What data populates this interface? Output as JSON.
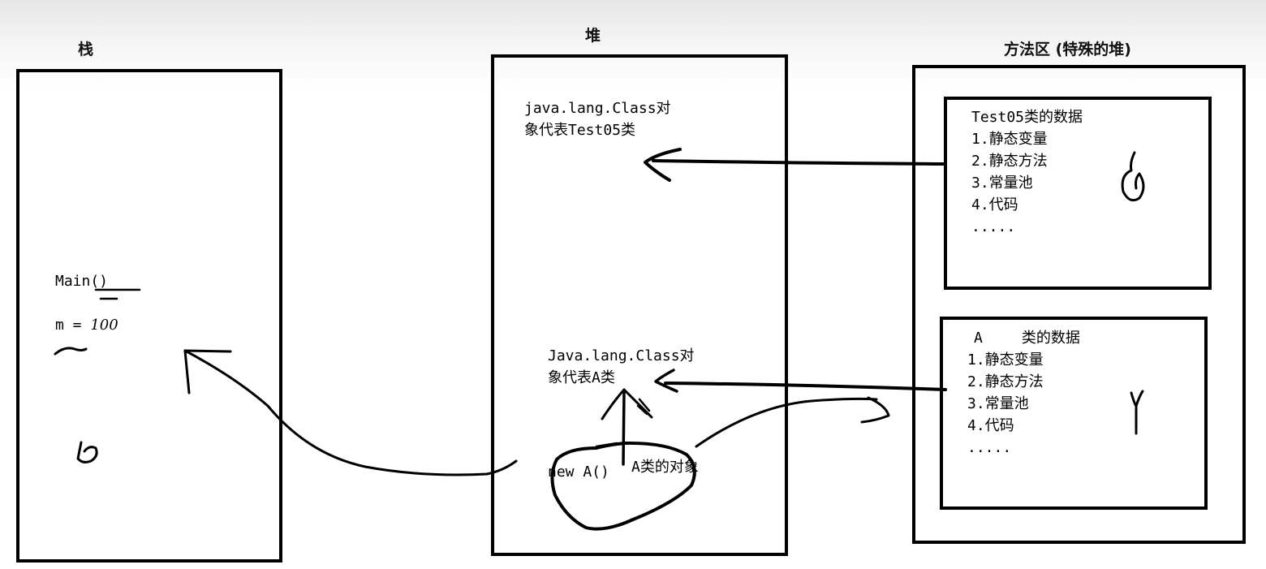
{
  "stack": {
    "title": "栈",
    "method": "Main()",
    "var": "m = ",
    "var_value": "100"
  },
  "heap": {
    "title": "堆",
    "class_obj_test05": {
      "line1": "java.lang.Class对",
      "line2": "象代表Test05类"
    },
    "class_obj_a": {
      "line1": "Java.lang.Class对",
      "line2": "象代表A类"
    },
    "new_a": "new A()",
    "a_instance": "A类的对象"
  },
  "method_area": {
    "title": "方法区 (特殊的堆)",
    "test05_data": {
      "title": "Test05类的数据",
      "items": [
        "1.静态变量",
        "2.静态方法",
        "3.常量池",
        "4.代码",
        "....."
      ]
    },
    "a_data": {
      "title_a": "A",
      "title_rest": "类的数据",
      "items": [
        "1.静态变量",
        "2.静态方法",
        "3.常量池",
        "4.代码",
        "....."
      ]
    }
  }
}
